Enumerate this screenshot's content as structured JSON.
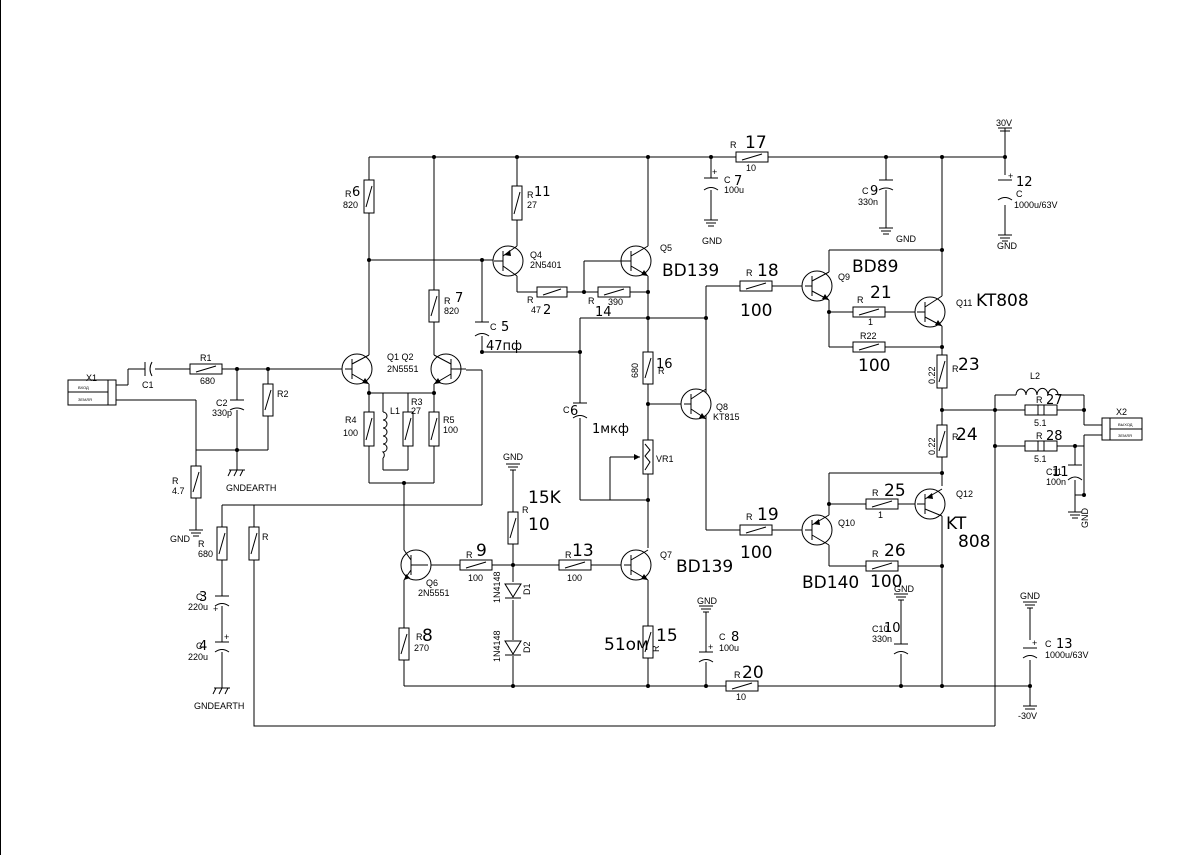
{
  "labels": {
    "X1": "X1",
    "X2": "X2",
    "C1": "C1",
    "C2": "C2",
    "C2_val": "330p",
    "R1": "R1",
    "R1_val": "680",
    "R2": "R2",
    "R4": "R4",
    "R4_val": "100",
    "L1": "L1",
    "R3": "R3",
    "R3_val": "27",
    "R5": "R5",
    "R5_val": "100",
    "R_47": "R",
    "R_47_val": "4.7",
    "GND": "GND",
    "GNDEARTH": "GNDEARTH",
    "R_680": "R",
    "R_680_val": "680",
    "R_plain": "R",
    "C3": "C",
    "C3_val": "220u",
    "C4": "C",
    "C4_val": "220u",
    "R6": "R",
    "R6_val": "820",
    "Q1Q2": "Q1 Q2",
    "Q1Q2_type": "2N5551",
    "R7": "R",
    "R7_val": "820",
    "R11": "R",
    "R11_val": "27",
    "Q4": "Q4",
    "Q4_type": "2N5401",
    "R12": "R",
    "R12_val": "47",
    "R14": "R",
    "R14_val": "390",
    "C5": "C",
    "Q5": "Q5",
    "R17": "R",
    "R17_val": "10",
    "C7": "C",
    "C7_val": "100u",
    "C9": "C",
    "C9_val": "330n",
    "V30p": "30V",
    "V30m": "-30V",
    "C12": "C",
    "C12_val": "1000u/63V",
    "Q9": "Q9",
    "Q11": "Q11",
    "Q12": "Q12",
    "Q10": "Q10",
    "R21": "R",
    "R21_val": "1",
    "R22": "R22",
    "R22_val": "100",
    "R23": "R",
    "R23_val": "0.22",
    "R24": "R",
    "R24_val": "0.22",
    "L2": "L2",
    "R27": "R",
    "R27_val": "5.1",
    "R28": "R",
    "R28_val": "5.1",
    "C11": "C11",
    "C11_val": "100n",
    "R16": "R",
    "R16_val": "680",
    "C6": "C",
    "Q8": "Q8",
    "Q8_type": "KT815",
    "VR1": "VR1",
    "R10": "R",
    "D1": "D1",
    "D1_type": "1N4148",
    "D2": "D2",
    "D2_type": "1N4148",
    "Q6": "Q6",
    "Q6_type": "2N5551",
    "R9": "R",
    "R9_val": "100",
    "R13": "R",
    "R13_val": "100",
    "Q7": "Q7",
    "R8": "R",
    "R8_val": "270",
    "R15": "R",
    "R18": "R",
    "R18_val": "100",
    "R19": "R",
    "R19_val": "100",
    "R25": "R",
    "R25_val": "1",
    "R26": "R",
    "R26_val": "100",
    "C8": "C",
    "C8_val": "100u",
    "C10": "C10",
    "C10_val": "330n",
    "C13": "C",
    "C13_val": "1000u/63V",
    "R20": "R",
    "R20_val": "10",
    "con_a": "ВХОД",
    "con_b": "ЗЕМЛЯ",
    "con_c": "ВЫХОД",
    "con_d": "ЗЕМЛЯ"
  },
  "handwritten": {
    "h6": "6",
    "h7": "7",
    "h11": "11",
    "h2": "2",
    "h14": "14",
    "h5": "5",
    "h47pf": "47пф",
    "h17": "17",
    "h7c": "7",
    "h9": "9",
    "h12": "12",
    "hBD139a": "BD139",
    "h18": "18",
    "h100a": "100",
    "hBD89": "BD89",
    "h21": "21",
    "hKT808a": "KT808",
    "h100b": "100",
    "h23": "23",
    "h27": "27",
    "h24": "24",
    "h28": "28",
    "h16": "16",
    "h1mkf": "1мкф",
    "h6c": "6",
    "h15k": "15K",
    "h10": "10",
    "h13": "13",
    "h9r": "9",
    "hBD139b": "BD139",
    "h8": "8",
    "h3": "3",
    "h4": "4",
    "h51om": "51ом",
    "h15": "15",
    "h8c": "8",
    "h20": "20",
    "h19": "19",
    "h100c": "100",
    "h25": "25",
    "h26": "26",
    "h100d": "100",
    "hBD140": "BD140",
    "hKT808b": "KT",
    "hKT808c": "808",
    "h10c": "10",
    "h13c": "13",
    "h11c": "11"
  }
}
